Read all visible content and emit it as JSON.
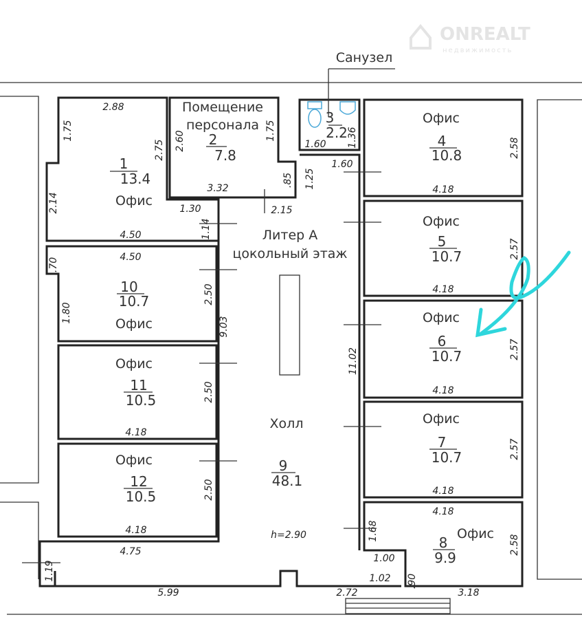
{
  "watermark": {
    "brand": "ONREALT",
    "subtitle": "недвижимость"
  },
  "callout": "Санузел",
  "building": {
    "title_line1": "Литер А",
    "title_line2": "цокольный этаж",
    "height": "h=2.90"
  },
  "rooms": {
    "r1": {
      "number": "1",
      "area": "13.4",
      "name": "Офис",
      "dims": [
        "2.88",
        "1.75",
        "2.75",
        "2.14",
        "4.50",
        "1.30",
        "1.14"
      ]
    },
    "r2": {
      "number": "2",
      "area": "7.8",
      "name_line1": "Помещение",
      "name_line2": "персонала",
      "dims": [
        "2.60",
        "1.75",
        "3.32",
        ".85",
        "2.15"
      ]
    },
    "r3": {
      "number": "3",
      "area": "2.2",
      "dims": [
        "1.60",
        "1.36",
        "1.60",
        "1.25"
      ]
    },
    "r4": {
      "number": "4",
      "area": "10.8",
      "name": "Офис",
      "dims": [
        "4.18",
        "2.58"
      ]
    },
    "r5": {
      "number": "5",
      "area": "10.7",
      "name": "Офис",
      "dims": [
        "4.18",
        "2.57"
      ]
    },
    "r6": {
      "number": "6",
      "area": "10.7",
      "name": "Офис",
      "dims": [
        "4.18",
        "2.57"
      ]
    },
    "r7": {
      "number": "7",
      "area": "10.7",
      "name": "Офис",
      "dims": [
        "4.18",
        "2.57"
      ]
    },
    "r8": {
      "number": "8",
      "area": "9.9",
      "name": "Офис",
      "dims": [
        "4.18",
        "2.58",
        "1.68",
        "1.00",
        "1.02",
        ".90",
        "3.18"
      ]
    },
    "r9": {
      "number": "9",
      "area": "48.1",
      "name": "Холл",
      "dims": [
        "9.03",
        "11.02",
        "4.75",
        "1.19",
        "5.99",
        "2.72"
      ]
    },
    "r10": {
      "number": "10",
      "area": "10.7",
      "name": "Офис",
      "dims": [
        "4.50",
        ".70",
        "1.80",
        "2.50"
      ]
    },
    "r11": {
      "number": "11",
      "area": "10.5",
      "name": "Офис",
      "dims": [
        "4.18",
        "2.50"
      ]
    },
    "r12": {
      "number": "12",
      "area": "10.5",
      "name": "Офис",
      "dims": [
        "4.18",
        "2.50"
      ]
    }
  },
  "annotation_color": "#2ed6dc"
}
